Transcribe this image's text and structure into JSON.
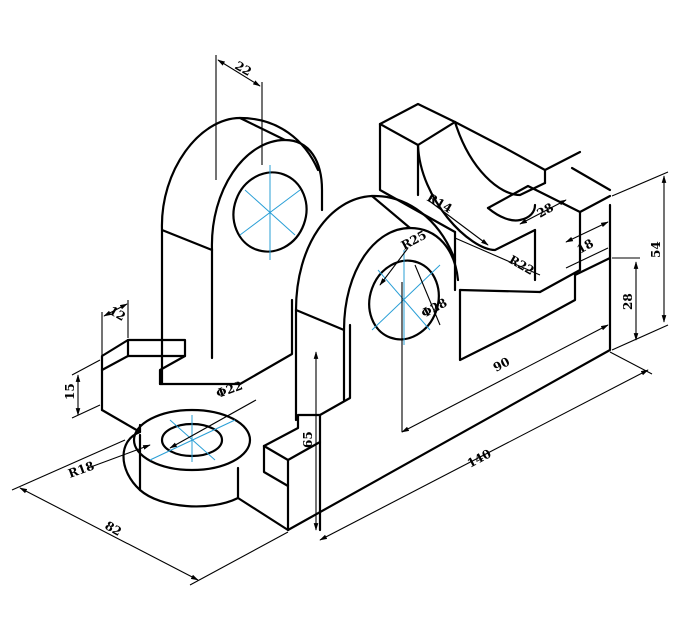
{
  "drawing": {
    "colors": {
      "edge": "#000000",
      "center_line": "#2a9fd6",
      "background": "#ffffff"
    },
    "dimensions": {
      "d22_top": "22",
      "d12": "12",
      "d15": "15",
      "r18": "R18",
      "d82": "82",
      "phi22": "Φ22",
      "d65": "65",
      "d140": "140",
      "r25": "R25",
      "phi28": "Φ28",
      "r14": "R14",
      "r22": "R22",
      "d28_top": "28",
      "d18": "18",
      "d90": "90",
      "d28_side": "28",
      "d54": "54"
    }
  }
}
